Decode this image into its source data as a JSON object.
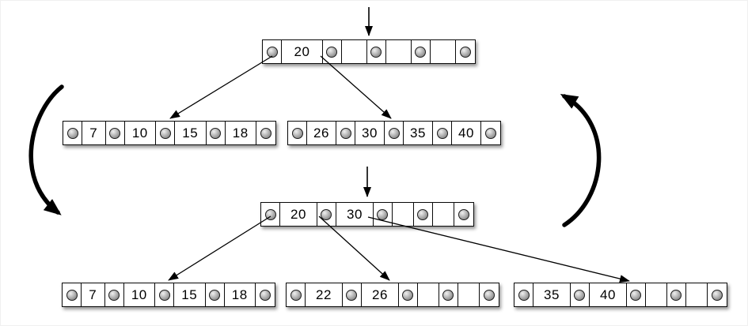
{
  "colors": {
    "box_border": "#0a0a0a",
    "box_fill": "#ffffff",
    "pointer_dot": "#999999",
    "arrow": "#000000"
  },
  "top_tree": {
    "root": {
      "keys": [
        "20",
        "",
        "",
        ""
      ]
    },
    "left_child": {
      "keys": [
        "7",
        "10",
        "15",
        "18"
      ]
    },
    "right_child": {
      "keys": [
        "26",
        "30",
        "35",
        "40"
      ]
    }
  },
  "bottom_tree": {
    "root": {
      "keys": [
        "20",
        "30",
        "",
        ""
      ]
    },
    "left_child": {
      "keys": [
        "7",
        "10",
        "15",
        "18"
      ]
    },
    "middle_child": {
      "keys": [
        "22",
        "26",
        "",
        ""
      ]
    },
    "right_child": {
      "keys": [
        "35",
        "40",
        "",
        ""
      ]
    }
  }
}
